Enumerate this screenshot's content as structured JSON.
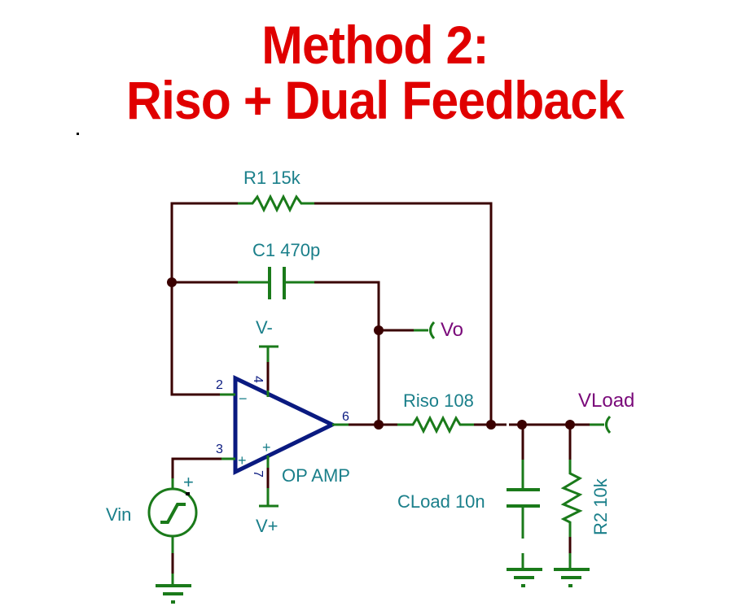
{
  "title": {
    "line1": "Method 2:",
    "line2": "Riso + Dual Feedback",
    "color": "#e00000"
  },
  "schematic": {
    "components": {
      "r1": {
        "name": "R1",
        "value": "15k",
        "label": "R1 15k"
      },
      "c1": {
        "name": "C1",
        "value": "470p",
        "label": "C1 470p"
      },
      "riso": {
        "name": "Riso",
        "value": "108",
        "label": "Riso 108"
      },
      "cload": {
        "name": "CLoad",
        "value": "10n",
        "label": "CLoad 10n"
      },
      "r2": {
        "name": "R2",
        "value": "10k",
        "label": "R2 10k"
      },
      "vin": {
        "name": "Vin",
        "label": "Vin",
        "polarity": "+"
      },
      "opamp": {
        "label": "OP AMP",
        "inv_symbol": "−",
        "noninv_symbol": "+",
        "supply_plus_symbol": "+"
      }
    },
    "pins": {
      "inverting": "2",
      "noninverting": "3",
      "vminus": "4",
      "output": "6",
      "vplus": "7"
    },
    "supplies": {
      "vminus": "V-",
      "vplus": "V+"
    },
    "nets": {
      "vo": "Vo",
      "vload": "VLoad"
    },
    "colors": {
      "wire": "#3a0000",
      "component": "#1a7a1a",
      "opamp": "#0a1a80",
      "label": "#1a7f8a",
      "net_label": "#7a0a7a"
    }
  }
}
